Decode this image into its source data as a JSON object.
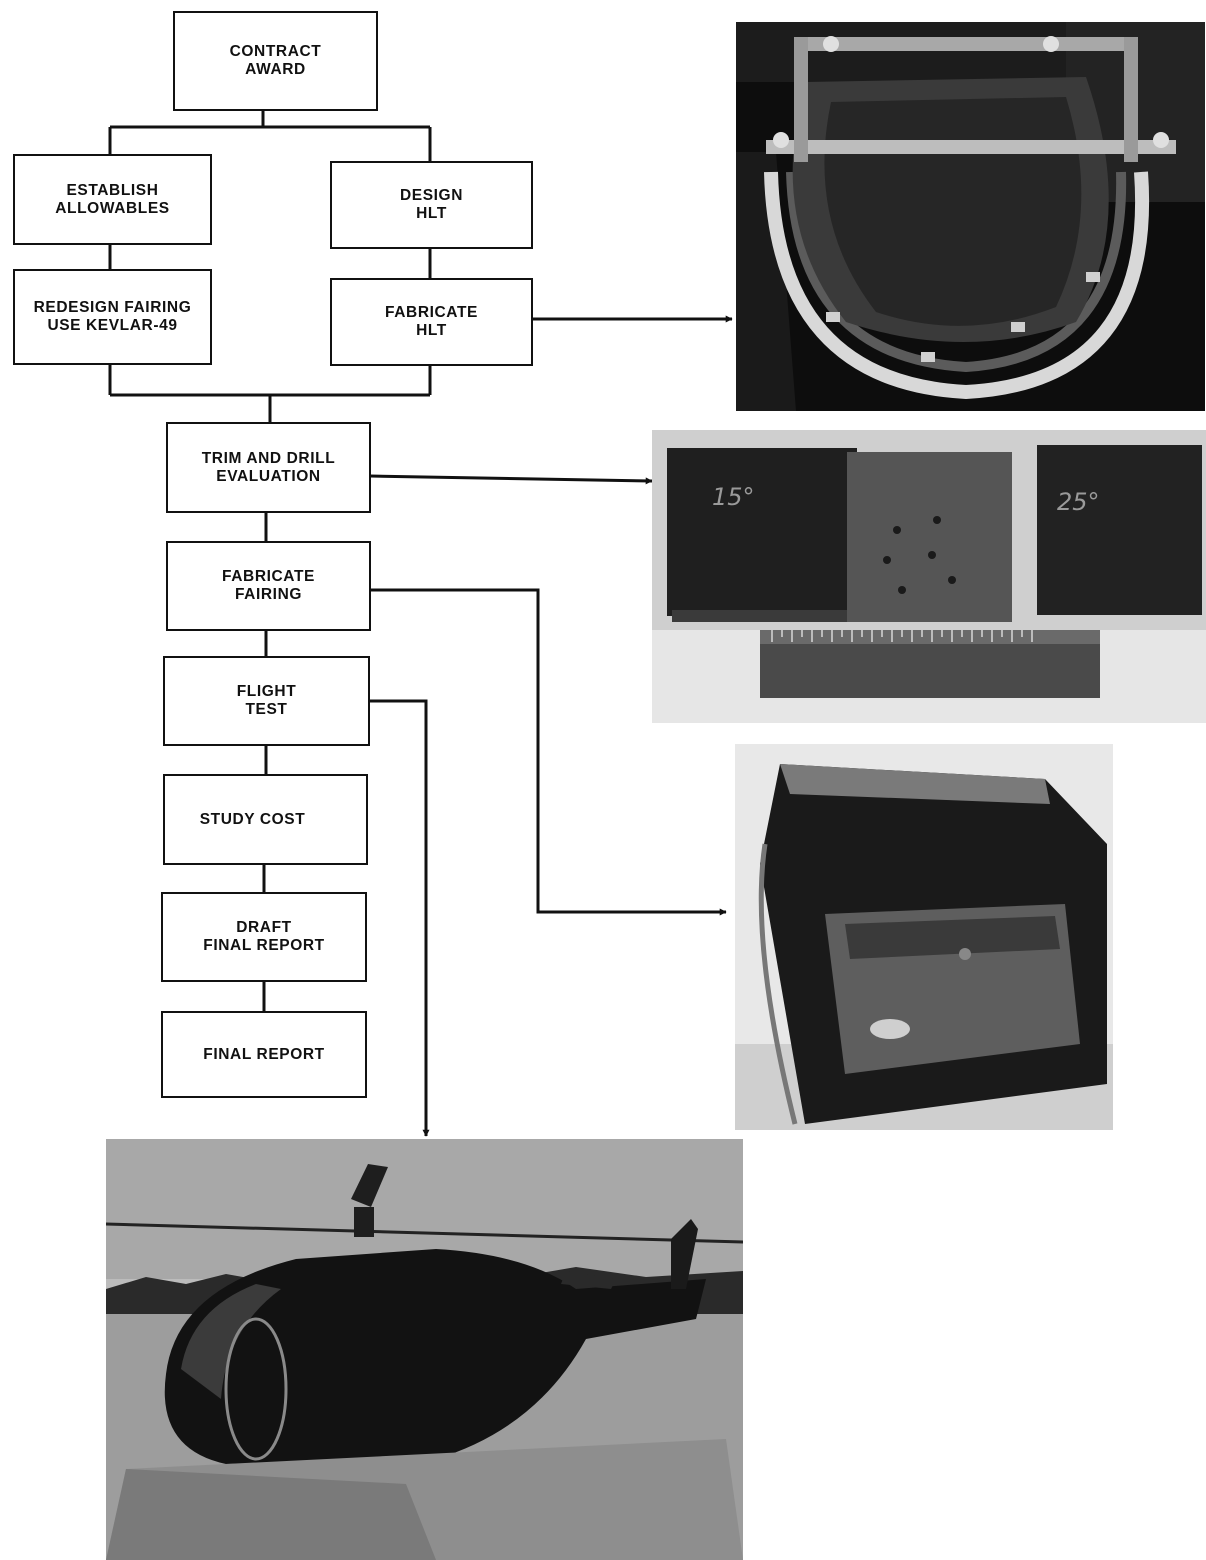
{
  "flowchart": {
    "boxes": {
      "contract_award": "CONTRACT\nAWARD",
      "establish_allowables": "ESTABLISH\nALLOWABLES",
      "design_hlt": "DESIGN\nHLT",
      "redesign_fairing": "REDESIGN FAIRING\nUSE KEVLAR-49",
      "fabricate_hlt": "FABRICATE\nHLT",
      "trim_drill": "TRIM AND DRILL\nEVALUATION",
      "fabricate_fairing": "FABRICATE\nFAIRING",
      "flight_test": "FLIGHT\nTEST",
      "study_cost": "STUDY COST",
      "draft_final_report": "DRAFT\nFINAL REPORT",
      "final_report": "FINAL REPORT"
    }
  },
  "photos": {
    "specimen_marks": [
      "15°",
      "25°"
    ]
  }
}
